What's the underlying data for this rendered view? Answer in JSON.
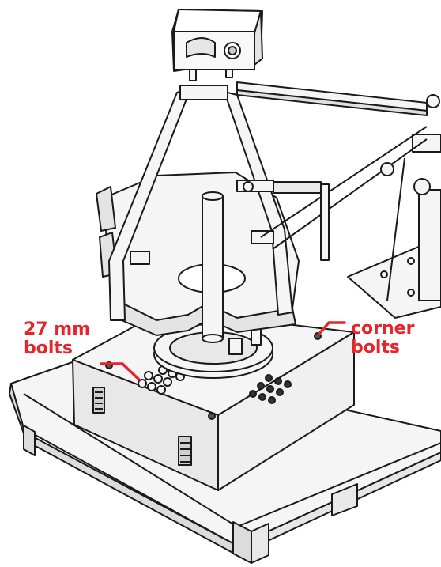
{
  "annotations": {
    "bolts_27mm": {
      "line1": "27 mm",
      "line2": "bolts"
    },
    "corner_bolts": {
      "line1": "corner",
      "line2": "bolts"
    }
  },
  "colors": {
    "annotation_red": "#e8232a",
    "line": "#1a1a1a",
    "surface": "#f4f4f4",
    "shade": "#dcdcdc"
  }
}
